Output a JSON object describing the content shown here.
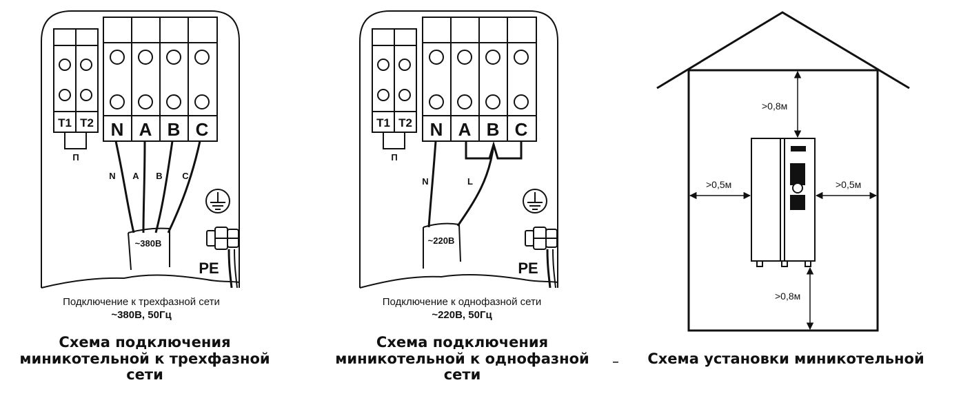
{
  "left": {
    "term_small": [
      "T1",
      "T2"
    ],
    "jumper": "П",
    "term_big": [
      "N",
      "A",
      "B",
      "C"
    ],
    "wires": [
      "N",
      "A",
      "B",
      "C"
    ],
    "cable": "~380В",
    "pe": "PE",
    "note_line1": "Подключение к трехфазной сети",
    "note_line2": "~380В, 50Гц",
    "caption_line1": "Схема подключения",
    "caption_line2": "миникотельной к трехфазной",
    "caption_line3": "сети"
  },
  "middle": {
    "term_small": [
      "T1",
      "T2"
    ],
    "jumper": "П",
    "term_big": [
      "N",
      "A",
      "B",
      "C"
    ],
    "wires": [
      "N",
      "L"
    ],
    "cable": "~220В",
    "pe": "PE",
    "note_line1": "Подключение к однофазной сети",
    "note_line2": "~220В, 50Гц",
    "caption_line1": "Схема подключения",
    "caption_line2": "миникотельной к однофазной",
    "caption_line3": "сети"
  },
  "right": {
    "top_gap": ">0,8м",
    "left_gap": ">0,5м",
    "right_gap": ">0,5м",
    "bottom_gap": ">0,8м",
    "caption": "Схема установки миникотельной"
  }
}
